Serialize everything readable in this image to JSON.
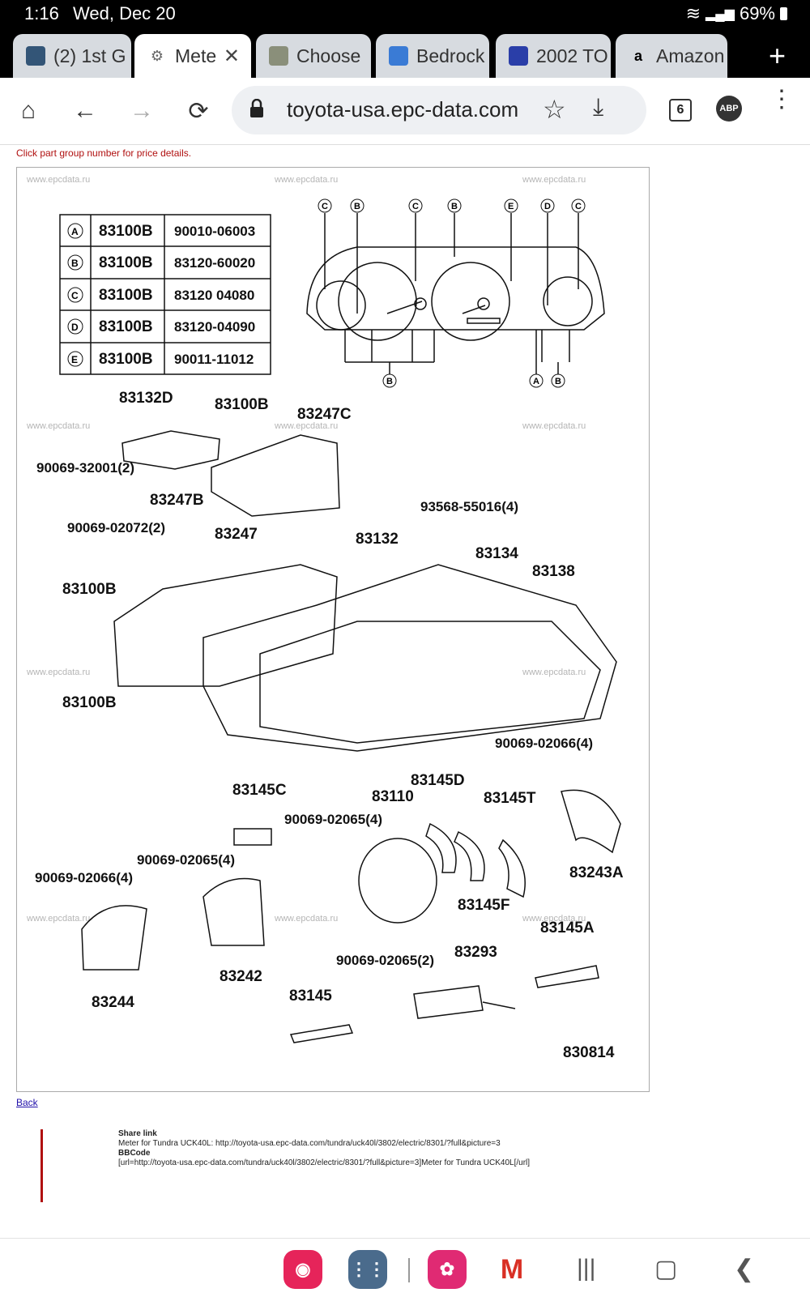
{
  "status": {
    "time": "1:16",
    "date": "Wed, Dec 20",
    "battery": "69%"
  },
  "tabs": [
    {
      "label": "(2) 1st G",
      "icon": "forum-favicon",
      "active": false
    },
    {
      "label": "Mete",
      "icon": "gear-icon",
      "active": true
    },
    {
      "label": "Choose",
      "icon": "cube-icon",
      "active": false
    },
    {
      "label": "Bedrock",
      "icon": "cube-icon",
      "active": false
    },
    {
      "label": "2002 TO",
      "icon": "toyota-icon",
      "active": false
    },
    {
      "label": "Amazon",
      "icon": "amazon-icon",
      "active": false
    }
  ],
  "omnibox": {
    "url": "toyota-usa.epc-data.com"
  },
  "toolbar": {
    "tab_count": "6",
    "abp": "ABP"
  },
  "page": {
    "hint": "Click part group number for price details.",
    "back": "Back",
    "share_title": "Share link",
    "share_link": "Meter for Tundra UCK40L: http://toyota-usa.epc-data.com/tundra/uck40l/3802/electric/8301/?full&picture=3",
    "bbcode_title": "BBCode",
    "bbcode": "[url=http://toyota-usa.epc-data.com/tundra/uck40l/3802/electric/8301/?full&picture=3]Meter for Tundra UCK40L[/url]"
  },
  "diagram": {
    "watermark": "www.epcdata.ru",
    "ref_table": [
      {
        "key": "A",
        "part": "83100B",
        "num": "90010-06003"
      },
      {
        "key": "B",
        "part": "83100B",
        "num": "83120-60020"
      },
      {
        "key": "C",
        "part": "83100B",
        "num": "83120 04080"
      },
      {
        "key": "D",
        "part": "83100B",
        "num": "83120-04090"
      },
      {
        "key": "E",
        "part": "83100B",
        "num": "90011-11012"
      }
    ],
    "top_letters": [
      "C",
      "B",
      "C",
      "B",
      "E",
      "D",
      "C"
    ],
    "bottom_letters": [
      "B",
      "A",
      "B"
    ],
    "labels": {
      "p83132D": "83132D",
      "p83100B_1": "83100B",
      "p83247C": "83247C",
      "p90069_32001": "90069-32001(2)",
      "p83247B": "83247B",
      "p93568": "93568-55016(4)",
      "p90069_02072": "90069-02072(2)",
      "p83247": "83247",
      "p83132": "83132",
      "p83134": "83134",
      "p83138": "83138",
      "p83100B_2": "83100B",
      "p83100B_3": "83100B",
      "p90069_02066a": "90069-02066(4)",
      "p83145C": "83145C",
      "p83145D": "83145D",
      "p83110": "83110",
      "p83145T": "83145T",
      "p90069_02065a": "90069-02065(4)",
      "p90069_02065b": "90069-02065(4)",
      "p83243A": "83243A",
      "p90069_02066b": "90069-02066(4)",
      "p83145F": "83145F",
      "p83145A": "83145A",
      "p83242": "83242",
      "p90069_02065c": "90069-02065(2)",
      "p83293": "83293",
      "p83244": "83244",
      "p83145": "83145",
      "code": "830814"
    }
  }
}
